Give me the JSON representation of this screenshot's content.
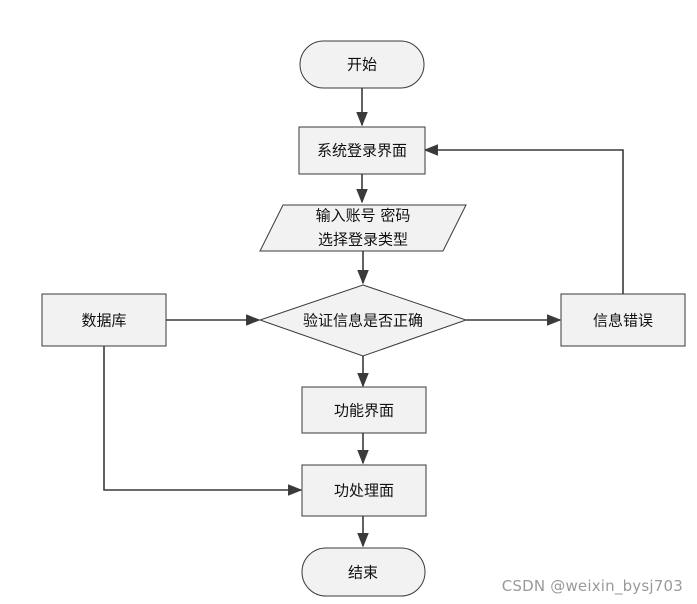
{
  "nodes": {
    "start": {
      "label": "开始"
    },
    "login": {
      "label": "系统登录界面"
    },
    "input": {
      "line1": "输入账号 密码",
      "line2": "选择登录类型"
    },
    "verify": {
      "label": "验证信息是否正确"
    },
    "database": {
      "label": "数据库"
    },
    "error": {
      "label": "信息错误"
    },
    "function": {
      "label": "功能界面"
    },
    "process": {
      "label": "功处理面"
    },
    "end": {
      "label": "结束"
    }
  },
  "watermark": "CSDN @weixin_bysj703"
}
